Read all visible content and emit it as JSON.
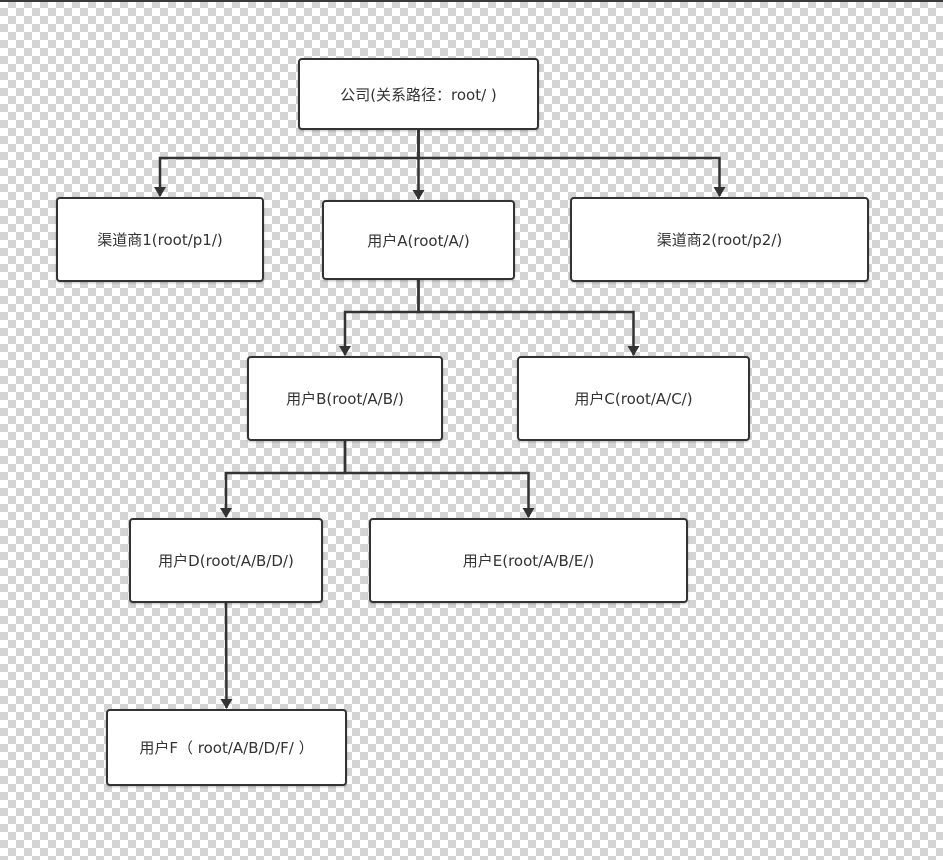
{
  "diagram": {
    "nodes": [
      {
        "id": "company",
        "label": "公司(关系路径：root/ )"
      },
      {
        "id": "dealer1",
        "label": "渠道商1(root/p1/)"
      },
      {
        "id": "userA",
        "label": "用户A(root/A/)"
      },
      {
        "id": "dealer2",
        "label": "渠道商2(root/p2/)"
      },
      {
        "id": "userB",
        "label": "用户B(root/A/B/)"
      },
      {
        "id": "userC",
        "label": "用户C(root/A/C/)"
      },
      {
        "id": "userD",
        "label": "用户D(root/A/B/D/)"
      },
      {
        "id": "userE",
        "label": "用户E(root/A/B/E/)"
      },
      {
        "id": "userF",
        "label": "用户F（ root/A/B/D/F/ ）"
      }
    ],
    "edges": [
      {
        "from": "company",
        "to": "dealer1"
      },
      {
        "from": "company",
        "to": "userA"
      },
      {
        "from": "company",
        "to": "dealer2"
      },
      {
        "from": "userA",
        "to": "userB"
      },
      {
        "from": "userA",
        "to": "userC"
      },
      {
        "from": "userB",
        "to": "userD"
      },
      {
        "from": "userB",
        "to": "userE"
      },
      {
        "from": "userD",
        "to": "userF"
      }
    ],
    "colors": {
      "line": "#333333",
      "box_border": "#333333",
      "box_fill": "#ffffff",
      "text": "#333333"
    }
  }
}
